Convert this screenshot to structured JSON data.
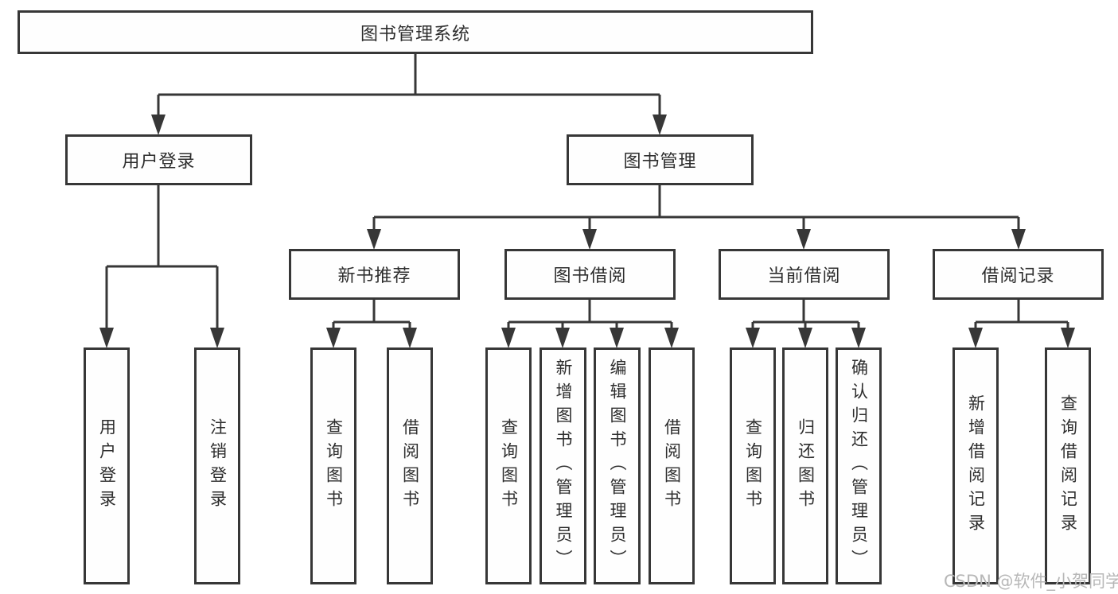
{
  "diagram": {
    "root": {
      "label": "图书管理系统"
    },
    "level2": [
      {
        "label": "用户登录"
      },
      {
        "label": "图书管理"
      }
    ],
    "level3": [
      {
        "label": "新书推荐",
        "parent": "图书管理"
      },
      {
        "label": "图书借阅",
        "parent": "图书管理"
      },
      {
        "label": "当前借阅",
        "parent": "图书管理"
      },
      {
        "label": "借阅记录",
        "parent": "图书管理"
      }
    ],
    "leaves": [
      {
        "label": "用户登录",
        "parent": "用户登录"
      },
      {
        "label": "注销登录",
        "parent": "用户登录"
      },
      {
        "label": "查询图书",
        "parent": "新书推荐"
      },
      {
        "label": "借阅图书",
        "parent": "新书推荐"
      },
      {
        "label": "查询图书",
        "parent": "图书借阅"
      },
      {
        "label": "新增图书（管理员）",
        "parent": "图书借阅"
      },
      {
        "label": "编辑图书（管理员）",
        "parent": "图书借阅"
      },
      {
        "label": "借阅图书",
        "parent": "图书借阅"
      },
      {
        "label": "查询图书",
        "parent": "当前借阅"
      },
      {
        "label": "归还图书",
        "parent": "当前借阅"
      },
      {
        "label": "确认归还（管理员）",
        "parent": "当前借阅"
      },
      {
        "label": "新增借阅记录",
        "parent": "借阅记录"
      },
      {
        "label": "查询借阅记录",
        "parent": "借阅记录"
      }
    ]
  },
  "watermark": {
    "text": "CSDN @软件_小贺同学"
  },
  "colors": {
    "line": "#373737",
    "text": "#2d2d2d",
    "background": "#ffffff",
    "watermark": "#b7b7b7"
  }
}
